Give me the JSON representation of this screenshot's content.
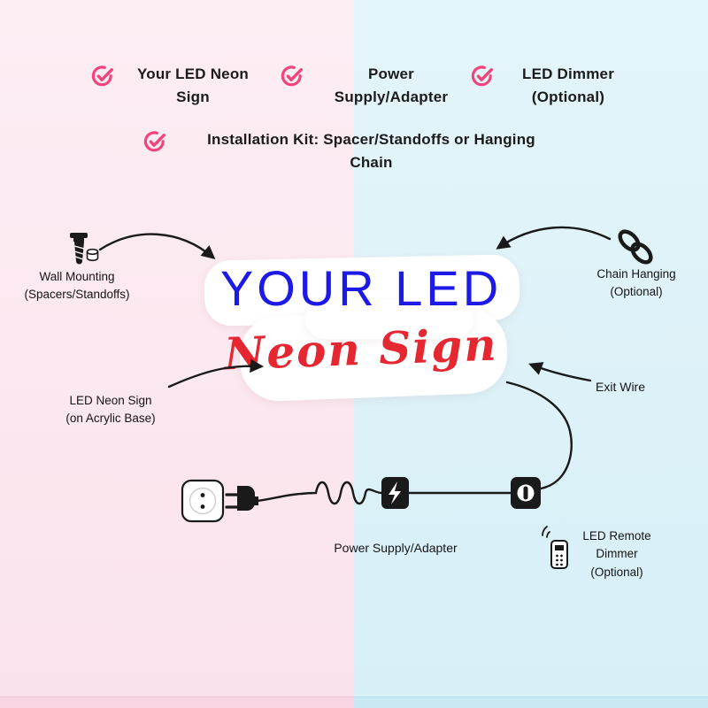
{
  "colors": {
    "background_left": "#fae2ec",
    "background_right": "#d7eff7",
    "accent_pink": "#f2437a",
    "sign_blue": "#1d19e6",
    "sign_red": "#e52731",
    "line_black": "#1a1a1a"
  },
  "checklist": {
    "items": [
      {
        "label": "Your LED Neon\nSign"
      },
      {
        "label": "Power\nSupply/Adapter"
      },
      {
        "label": "LED Dimmer\n(Optional)"
      },
      {
        "label": "Installation Kit: Spacer/Standoffs or Hanging\nChain"
      }
    ]
  },
  "sign": {
    "line1": "YOUR LED",
    "line2": "Neon Sign"
  },
  "annotations": {
    "wall_mounting": "Wall Mounting\n(Spacers/Standoffs)",
    "chain_hanging": "Chain Hanging\n(Optional)",
    "led_neon_sign": "LED Neon Sign\n(on Acrylic Base)",
    "exit_wire": "Exit Wire",
    "power_supply": "Power Supply/Adapter",
    "remote_dimmer": "LED Remote\nDimmer\n(Optional)"
  },
  "icons": {
    "check": "circled-check",
    "screw": "screw-and-standoff",
    "chain": "chain-links",
    "socket": "wall-socket",
    "plug": "power-plug",
    "adapter": "power-adapter-lightning-bolt",
    "dimmer": "inline-dimmer-switch",
    "remote": "remote-control-with-signal"
  }
}
